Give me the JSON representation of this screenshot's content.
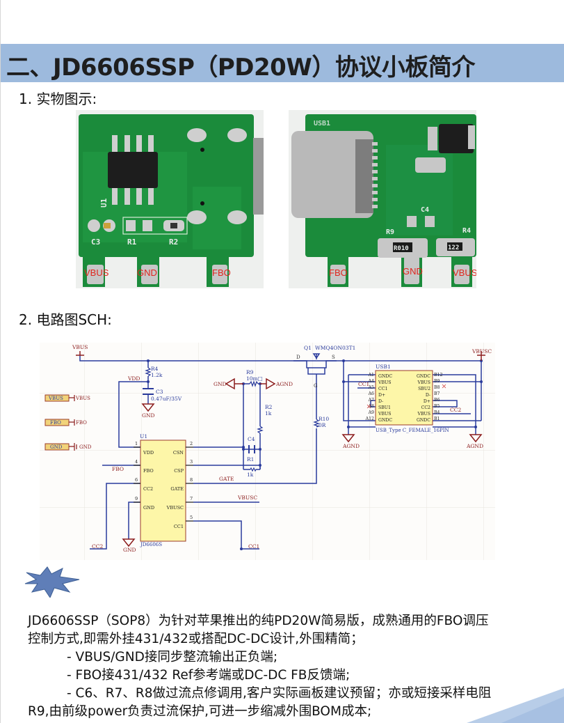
{
  "title": "二、JD6606SSP（PD20W）协议小板简介",
  "sections": {
    "photo_heading": "1. 实物图示:",
    "schematic_heading": "2. 电路图SCH:"
  },
  "photos": {
    "front": {
      "labels": {
        "u1": "U1",
        "c3": "C3",
        "r1": "R1",
        "r2": "R2"
      },
      "pads": [
        "VBUS",
        "GND",
        "FBO"
      ]
    },
    "back": {
      "labels": {
        "usb1": "USB1",
        "c4": "C4",
        "r9": "R9",
        "r4": "R4",
        "r9_marking": "R010",
        "r4_marking": "122"
      },
      "pads": [
        "FBO",
        "GND",
        "VBUS"
      ]
    }
  },
  "schematic": {
    "nets": {
      "vbus": "VBUS",
      "vbusc": "VBUSC",
      "vdd": "VDD",
      "gnd": "GND",
      "agnd": "AGND",
      "fbo": "FBO",
      "gate": "GATE",
      "cc1": "CC1",
      "cc2": "CC2"
    },
    "ports": [
      {
        "name": "VBUS",
        "net": "VBUS"
      },
      {
        "name": "FBO",
        "net": "FBO"
      },
      {
        "name": "GND",
        "net": "GND"
      }
    ],
    "components": {
      "r4": {
        "ref": "R4",
        "value": "1.2k"
      },
      "c3": {
        "ref": "C3",
        "value": "0.47uF/35V"
      },
      "r9": {
        "ref": "R9",
        "value": "10m□"
      },
      "r2": {
        "ref": "R2",
        "value": "1k"
      },
      "c4": {
        "ref": "C4",
        "value": ""
      },
      "r1": {
        "ref": "R1",
        "value": "1k"
      },
      "r10": {
        "ref": "R10",
        "value": "0R"
      },
      "q1": {
        "ref": "Q1",
        "value": "WMQ4ON03T1",
        "pin_d": "D",
        "pin_s": "S",
        "pin_g": "G"
      },
      "u1": {
        "ref": "U1",
        "part": "JD6606S",
        "left_pins": [
          {
            "num": "1",
            "name": "VDD"
          },
          {
            "num": "4",
            "name": "FBO"
          },
          {
            "num": "6",
            "name": "CC2"
          },
          {
            "num": "9",
            "name": "GND"
          }
        ],
        "right_pins": [
          {
            "num": "2",
            "name": "CSN"
          },
          {
            "num": "3",
            "name": "CSP"
          },
          {
            "num": "8",
            "name": "GATE"
          },
          {
            "num": "7",
            "name": "VBUSC"
          },
          {
            "num": "5",
            "name": "CC1"
          }
        ]
      },
      "usb1": {
        "ref": "USB1",
        "part": "USB_Type C_FEMALE_16PIN",
        "left_pins": [
          {
            "num": "A1",
            "name": "GNDC"
          },
          {
            "num": "A4",
            "name": "VBUS"
          },
          {
            "num": "A5",
            "name": "CC1"
          },
          {
            "num": "A6",
            "name": "D+"
          },
          {
            "num": "A7",
            "name": "D-"
          },
          {
            "num": "A8",
            "name": "SBU1"
          },
          {
            "num": "A9",
            "name": "VBUS"
          },
          {
            "num": "A12",
            "name": "GNDC"
          }
        ],
        "right_pins": [
          {
            "num": "B12",
            "name": "GNDC"
          },
          {
            "num": "B9",
            "name": "VBUS"
          },
          {
            "num": "B8",
            "name": "SBU2"
          },
          {
            "num": "B7",
            "name": "D-"
          },
          {
            "num": "B6",
            "name": "D+"
          },
          {
            "num": "B5",
            "name": "CC2"
          },
          {
            "num": "B4",
            "name": "VBUS"
          },
          {
            "num": "B1",
            "name": "GNDC"
          }
        ]
      }
    }
  },
  "description": {
    "intro_line1": "JD6606SSP（SOP8）为针对苹果推出的纯PD20W简易版，成熟通用的FBO调压",
    "intro_line2": "控制方式,即需外挂431/432或搭配DC-DC设计,外围精简；",
    "bullets": [
      "-  VBUS/GND接同步整流输出正负端;",
      "-  FBO接431/432 Ref参考端或DC-DC FB反馈端;",
      "-  C6、R7、R8做过流点修调用,客户实际画板建议预留；亦或短接采样电阻"
    ],
    "tail_line": "R9,由前级power负责过流保护,可进一步缩减外围BOM成本;"
  },
  "colors": {
    "title_band": "#9dbadd",
    "wire": "#2a3b9c",
    "net_label": "#8b1c1c",
    "comp_fill": "#fdf6a8",
    "comp_border": "#9c3b2a",
    "pcb_green": "#1a8a3a",
    "pad_label": "#e0261e",
    "starburst": "#5f7eb8"
  }
}
